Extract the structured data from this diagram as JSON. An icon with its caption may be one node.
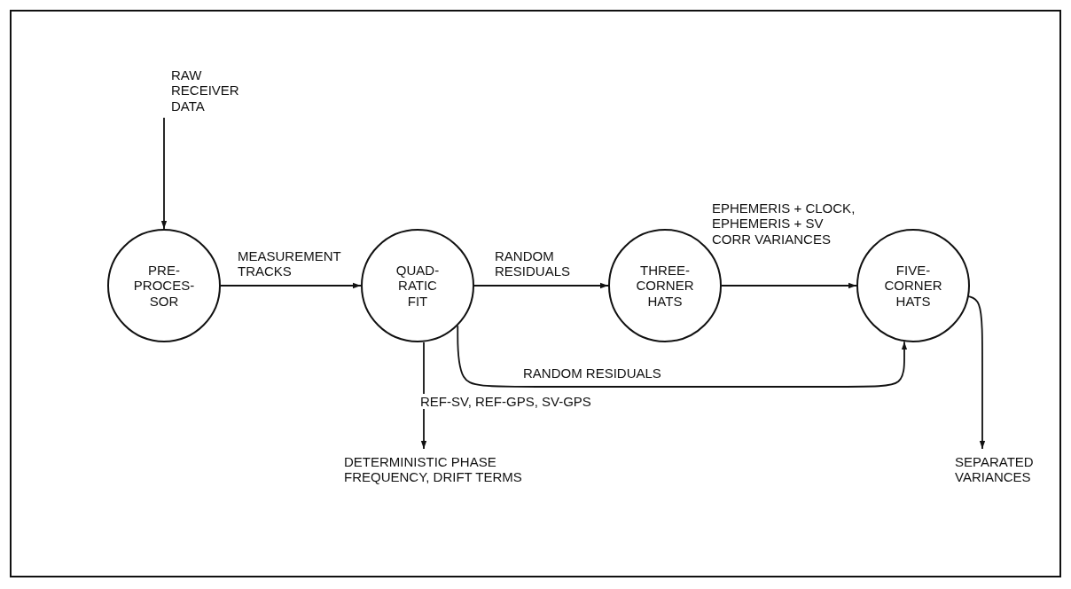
{
  "diagram": {
    "nodes": [
      {
        "text": [
          "RAW RECEIVER DATA"
        ]
      },
      {
        "text": [
          "PRE- PROCES- SOR"
        ]
      },
      {
        "text": [
          "QUAD- RATIC FIT"
        ]
      },
      {
        "text": [
          "THREE- CORNER HATS"
        ]
      },
      {
        "text": [
          "FIVE- CORNER HATS"
        ]
      },
      {
        "text": [
          "DETERMINISTIC PHASE FREQUENCY, DRIFT TERMS"
        ]
      },
      {
        "text": [
          "SEPARATED VARIANCES"
        ]
      }
    ],
    "edges": [
      {
        "from": 0,
        "to": 1,
        "arrow": "to"
      },
      {
        "from": 1,
        "to": 2,
        "arrow": "to",
        "label": "MEASUREMENT TRACKS"
      },
      {
        "from": 2,
        "to": 3,
        "arrow": "to",
        "label": "RANDOM RESIDUALS"
      },
      {
        "from": 3,
        "to": 4,
        "arrow": "to",
        "label": "EPHEMERIS + CLOCK, EPHEMERIS + SV CORR VARIANCES"
      },
      {
        "from": 2,
        "to": 4,
        "arrow": "to",
        "label": "RANDOM RESIDUALS"
      },
      {
        "from": 2,
        "to": 5,
        "arrow": "to"
      },
      {
        "from": 4,
        "to": 6,
        "arrow": "to"
      }
    ],
    "labels": [
      "REF-SV, REF-GPS, SV-GPS"
    ]
  }
}
